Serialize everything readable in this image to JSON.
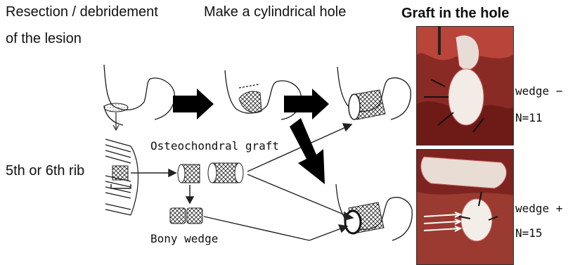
{
  "headings": {
    "step1_line1": "Resection / debridement",
    "step1_line2": "of the lesion",
    "step2": "Make a cylindrical hole",
    "step3": "Graft in the hole"
  },
  "labels": {
    "rib": "5th or 6th rib",
    "graft": "Osteochondral graft",
    "wedge": "Bony wedge"
  },
  "results": {
    "top_group": "wedge −",
    "top_count": "N=11",
    "bottom_group": "wedge +",
    "bottom_count": "N=15"
  },
  "colors": {
    "line": "#1a1a1a",
    "tissue_dark": "#7a1f1c",
    "tissue_mid": "#a83a32",
    "cartilage": "#f3ece6"
  }
}
